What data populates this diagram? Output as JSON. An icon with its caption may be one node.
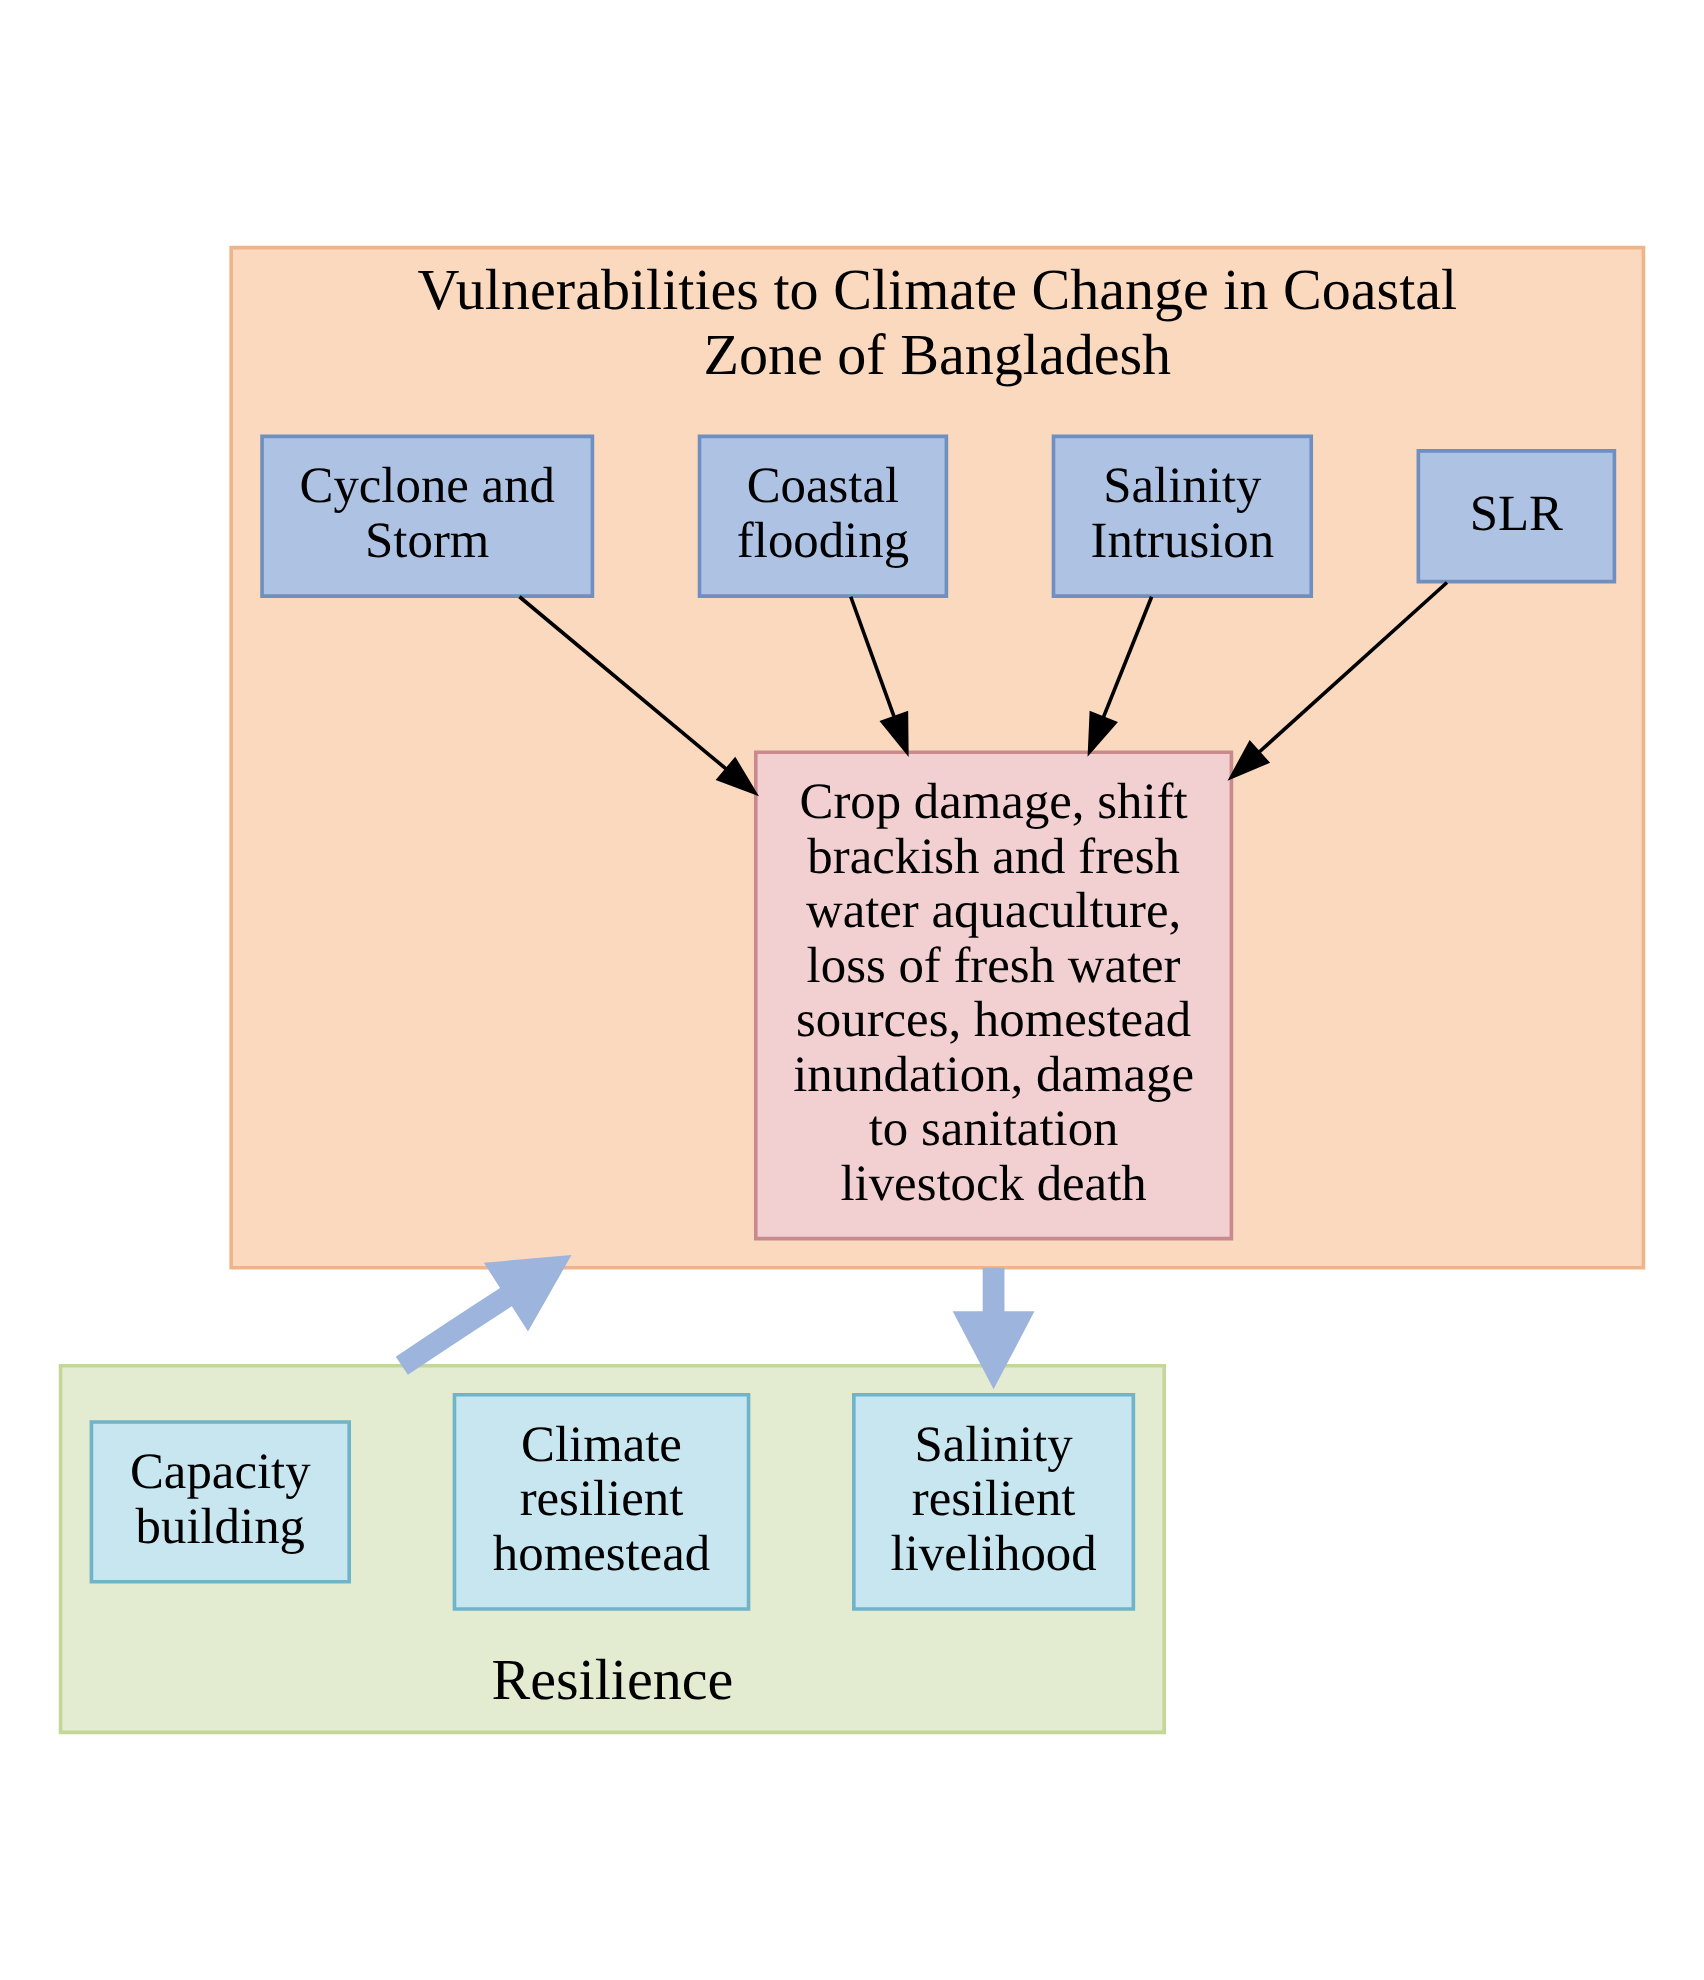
{
  "diagram": {
    "nodes": [
      {
        "text": [
          "Vulnerabilities to Climate Change in Coastal Zone of Bangladesh"
        ]
      },
      {
        "text": [
          "SLR"
        ],
        "in": 0
      },
      {
        "text": [
          "Salinity Intrusion"
        ],
        "in": 0
      },
      {
        "text": [
          "Coastal flooding"
        ],
        "in": 0
      },
      {
        "text": [
          "Cyclone and Storm"
        ],
        "in": 0
      },
      {
        "text": [
          "Crop damage, shift brackish and fresh water aquaculture, loss of fresh water sources, homestead inundation, damage to sanitation livestock death"
        ],
        "in": 0
      },
      {
        "text": [
          "Resilience"
        ]
      },
      {
        "text": [
          "Salinity resilient livelihood"
        ],
        "in": 6
      },
      {
        "text": [
          "Climate resilient homestead"
        ],
        "in": 6
      },
      {
        "text": [
          "Capacity building"
        ],
        "in": 6
      }
    ],
    "edges": [
      {
        "from": 1,
        "to": 5,
        "arrow": "to"
      },
      {
        "from": 2,
        "to": 5,
        "arrow": "to"
      },
      {
        "from": 3,
        "to": 5,
        "arrow": "to"
      },
      {
        "from": 4,
        "to": 5,
        "arrow": "to"
      },
      {
        "from": 0,
        "to": 6,
        "arrow": "to",
        "style": "thick",
        "color": "#9db5dc"
      },
      {
        "from": 6,
        "to": 0,
        "arrow": "to",
        "style": "thick",
        "color": "#9db5dc"
      }
    ]
  }
}
